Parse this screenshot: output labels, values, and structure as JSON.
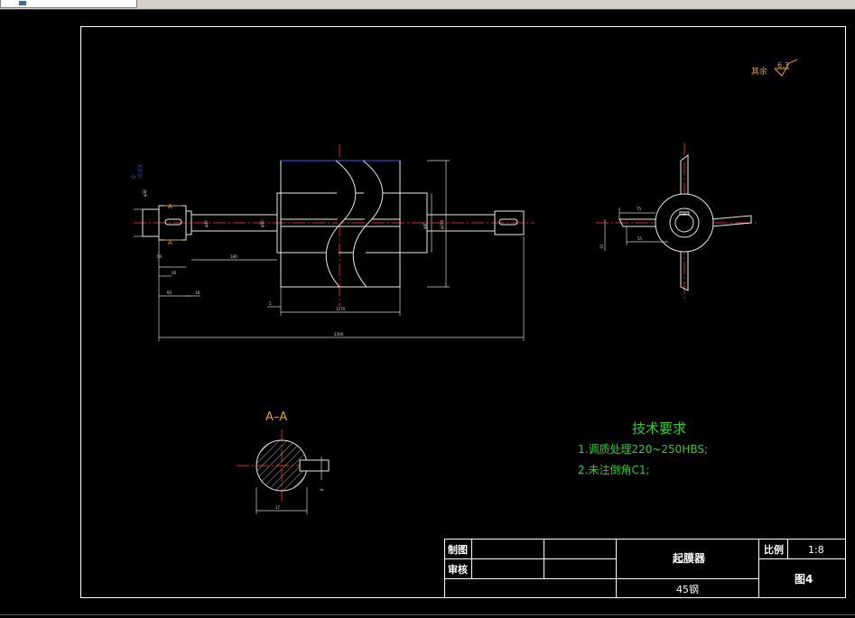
{
  "window": {
    "tab_color": "#3a6ea5"
  },
  "drawing": {
    "roughness": {
      "label": "其余",
      "value": "6.3"
    },
    "section_title": "A–A",
    "section_markers": {
      "upper": "A",
      "lower": "A"
    },
    "technical_requirements": {
      "title": "技术要求",
      "items": [
        "1.调质处理220~250HBS;",
        "2.未注倒角C1;"
      ]
    },
    "title_block": {
      "drawn_label": "制图",
      "checked_label": "审核",
      "part_name": "起膜器",
      "material": "45钢",
      "scale_label": "比例",
      "scale_value": "1:8",
      "drawing_number": "图4"
    },
    "tolerance": {
      "upper": "0",
      "lower": "-0.03"
    },
    "dimensions": {
      "overall_length": "2300",
      "roller_length": "1270",
      "journal_length": "180",
      "shaft_step": "60",
      "keyway_len": "50",
      "step_small": "30",
      "step_gap": "18",
      "roller_offset": "5",
      "left_dia": "φ38",
      "sec_dia": "φ40",
      "mid_dia": "φ50",
      "roller_dia": "φ40",
      "right_dia": "φ150",
      "hub_a": "75",
      "hub_b": "55",
      "hub_c": "15",
      "section_width": "37",
      "key_width": "8"
    },
    "colors": {
      "frame": "#ffffff",
      "centerline": "#e02020",
      "dimension": "#d0d0d0",
      "tech_text": "#33cc33",
      "roughness": "#e0a030",
      "blue": "#3355ff"
    }
  }
}
